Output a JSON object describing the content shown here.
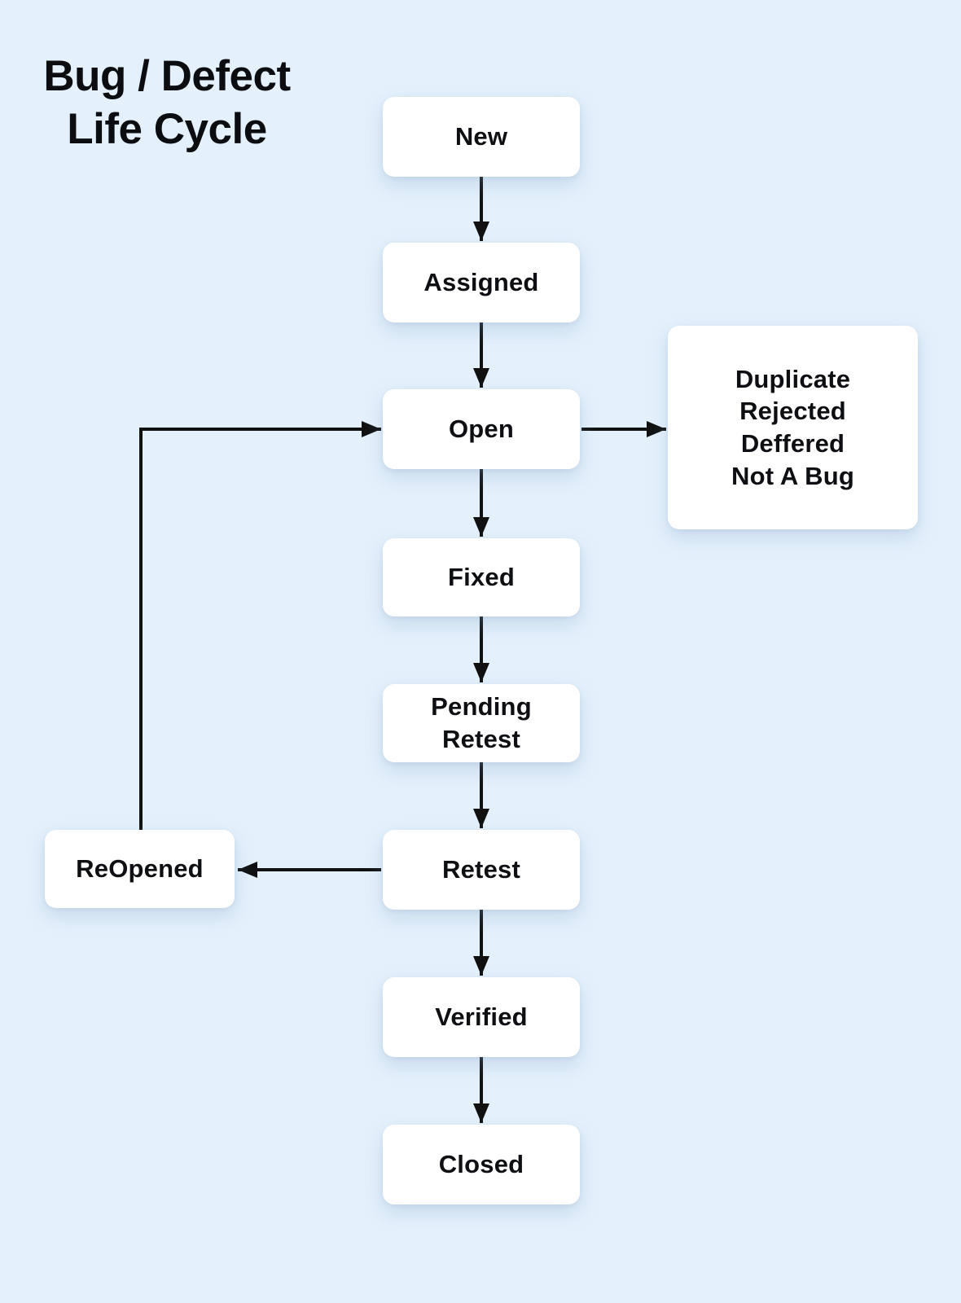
{
  "title": {
    "line1": "Bug / Defect",
    "line2": "Life Cycle"
  },
  "nodes": {
    "new": {
      "label": "New"
    },
    "assigned": {
      "label": "Assigned"
    },
    "open": {
      "label": "Open"
    },
    "fixed": {
      "label": "Fixed"
    },
    "pending_retest": {
      "line1": "Pending",
      "line2": "Retest"
    },
    "retest": {
      "label": "Retest"
    },
    "verified": {
      "label": "Verified"
    },
    "closed": {
      "label": "Closed"
    },
    "reopened": {
      "label": "ReOpened"
    },
    "terminal": {
      "line1": "Duplicate",
      "line2": "Rejected",
      "line3": "Deffered",
      "line4": "Not A Bug"
    }
  },
  "edges": [
    {
      "from": "New",
      "to": "Assigned"
    },
    {
      "from": "Assigned",
      "to": "Open"
    },
    {
      "from": "Open",
      "to": "Fixed"
    },
    {
      "from": "Open",
      "to": "Duplicate / Rejected / Deffered / Not A Bug"
    },
    {
      "from": "Fixed",
      "to": "Pending Retest"
    },
    {
      "from": "Pending Retest",
      "to": "Retest"
    },
    {
      "from": "Retest",
      "to": "ReOpened"
    },
    {
      "from": "Retest",
      "to": "Verified"
    },
    {
      "from": "ReOpened",
      "to": "Open"
    },
    {
      "from": "Verified",
      "to": "Closed"
    }
  ],
  "colors": {
    "background": "#e4f1fc",
    "node_fill": "#ffffff",
    "text": "#0d0f12",
    "arrow": "#111111"
  }
}
